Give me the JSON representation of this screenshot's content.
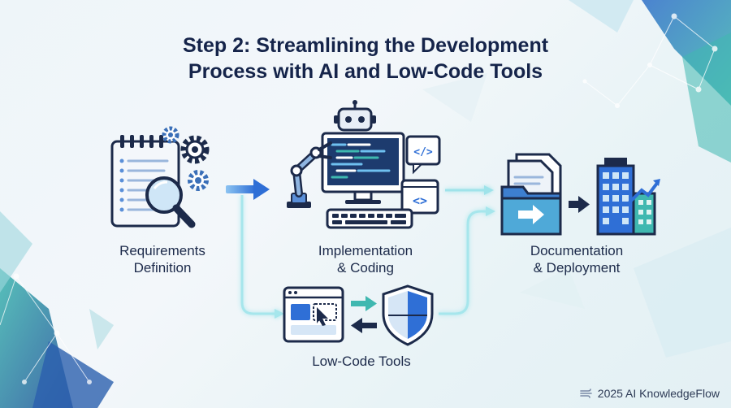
{
  "title_line1": "Step 2: Streamlining the Development",
  "title_line2": "Process with AI and Low-Code Tools",
  "steps": {
    "requirements": {
      "line1": "Requirements",
      "line2": "Definition"
    },
    "implementation": {
      "line1": "Implementation",
      "line2": "& Coding"
    },
    "documentation": {
      "line1": "Documentation",
      "line2": "& Deployment"
    },
    "lowcode": {
      "line1": "Low-Code Tools"
    }
  },
  "footer": {
    "text": "2025 AI KnowledgeFlow",
    "icon": "wind-icon"
  },
  "icons": {
    "requirements": [
      "notepad-icon",
      "magnifier-icon",
      "gear-icon"
    ],
    "implementation": [
      "robot-icon",
      "robotic-arm-icon",
      "monitor-icon",
      "code-tag-icon",
      "keyboard-icon"
    ],
    "lowcode": [
      "browser-window-icon",
      "swap-arrows-icon",
      "shield-icon"
    ],
    "documentation": [
      "documents-icon",
      "folder-icon",
      "buildings-icon"
    ]
  },
  "colors": {
    "navy": "#1c2a4a",
    "blue": "#2f6fd6",
    "teal": "#3fb8b0",
    "glow": "#9fe3ea"
  }
}
